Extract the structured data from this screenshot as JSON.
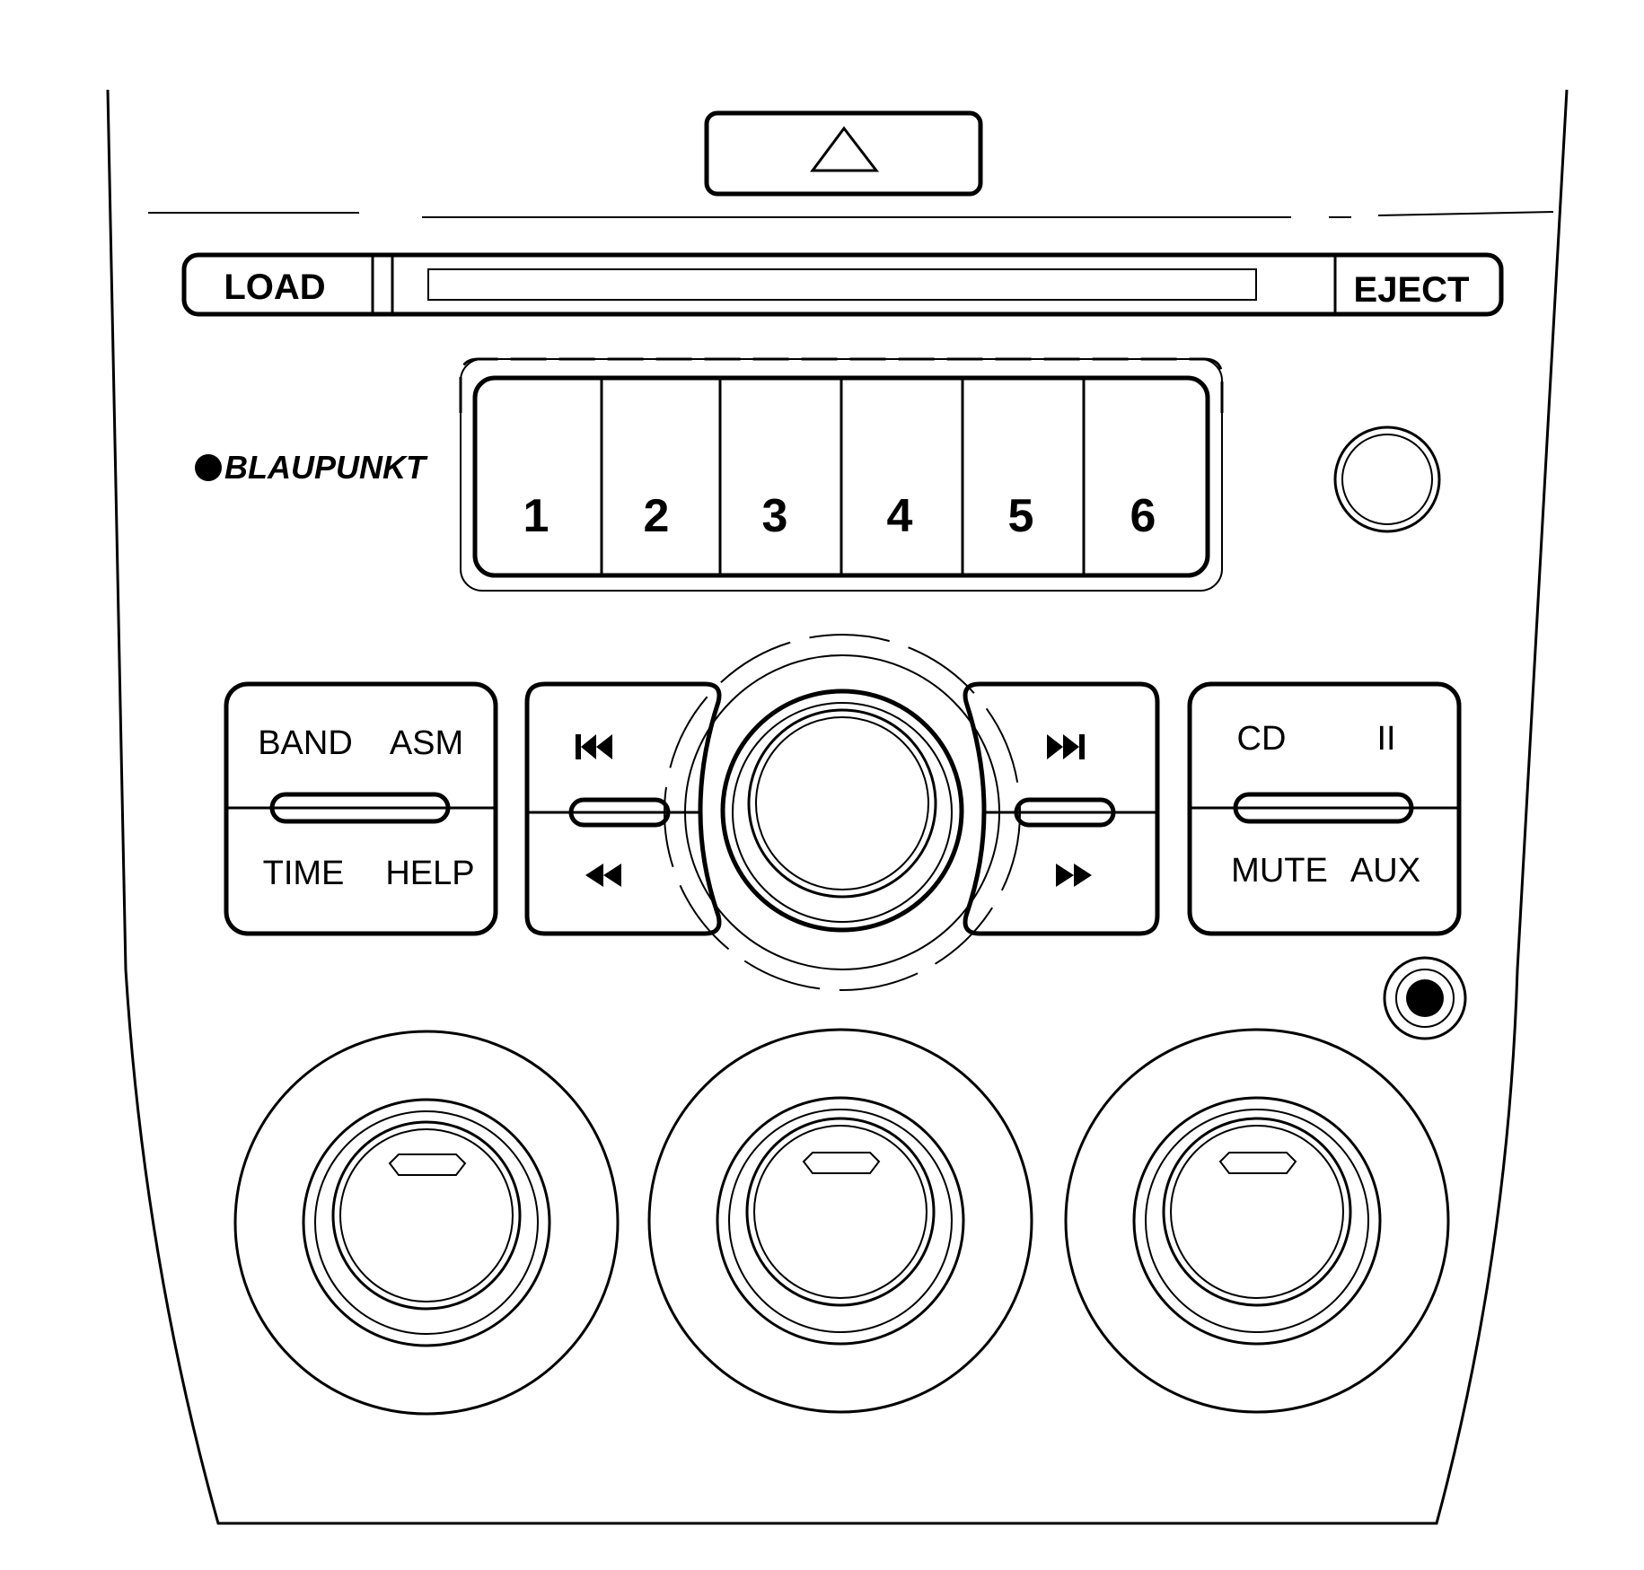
{
  "brand": {
    "name": "BLAUPUNKT"
  },
  "slot": {
    "load_label": "LOAD",
    "eject_label": "EJECT"
  },
  "presets": [
    {
      "label": "1"
    },
    {
      "label": "2"
    },
    {
      "label": "3"
    },
    {
      "label": "4"
    },
    {
      "label": "5"
    },
    {
      "label": "6"
    }
  ],
  "rocker_left": {
    "top_left": "BAND",
    "top_right": "ASM",
    "bottom_left": "TIME",
    "bottom_right": "HELP"
  },
  "rocker_right": {
    "top_left": "CD",
    "top_right": "II",
    "bottom_left": "MUTE",
    "bottom_right": "AUX"
  },
  "icons": {
    "hazard": "triangle-icon",
    "prev_track": "skip-back-icon",
    "rewind": "rewind-icon",
    "next_track": "skip-forward-icon",
    "fast_forward": "fast-forward-icon"
  }
}
